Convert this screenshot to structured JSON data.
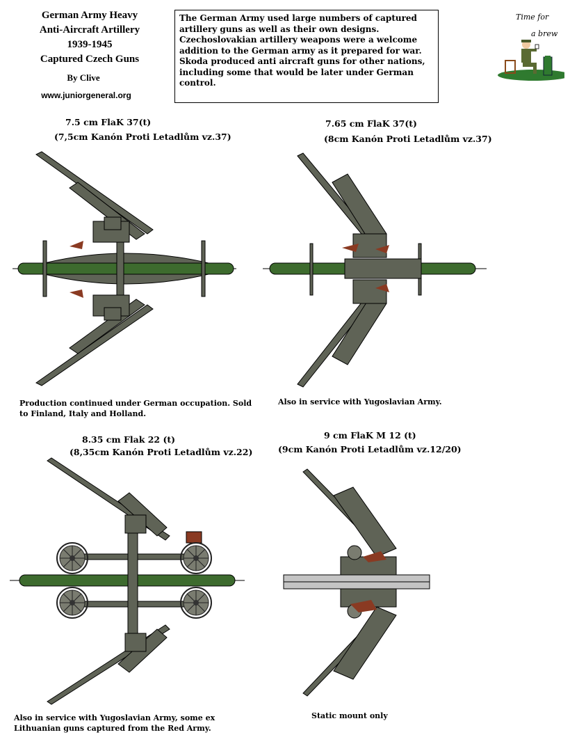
{
  "header": {
    "title_lines": [
      "German Army Heavy",
      "Anti-Aircraft Artillery",
      "1939-1945",
      "Captured Czech Guns"
    ],
    "author": "By Clive",
    "website": "www.juniorgeneral.org"
  },
  "intro_text": "The German Army used large numbers of captured artillery guns as well as their own designs. Czechoslovakian artillery weapons were a welcome addition to the German army as it prepared for war. Skoda produced anti aircraft guns for other nations, including some that would be later under German control.",
  "logo": {
    "line1": "Time for",
    "line2": "a brew"
  },
  "guns": [
    {
      "name": "7.5 cm FlaK 37(t)",
      "czech_name": "(7,5cm Kanón Proti Letadlům vz.37)",
      "note": "Production continued under German occupation. Sold to Finland, Italy and Holland."
    },
    {
      "name": "7.65 cm FlaK 37(t)",
      "czech_name": "(8cm Kanón Proti Letadlům vz.37)",
      "note": "Also in service with Yugoslavian Army."
    },
    {
      "name": "8.35 cm Flak 22 (t)",
      "czech_name": "(8,35cm Kanón Proti Letadlům vz.22)",
      "note": "Also in service with Yugoslavian Army, some ex Lithuanian guns captured from the Red Army."
    },
    {
      "name": "9 cm FlaK M 12 (t)",
      "czech_name": "(9cm Kanón Proti Letadlům  vz.12/20)",
      "note": "Static mount only"
    }
  ],
  "colors": {
    "gun_grey": "#5f6356",
    "base_green": "#3d6b2e",
    "static_grey": "#c4c4c4",
    "brown": "#8a3a22"
  }
}
